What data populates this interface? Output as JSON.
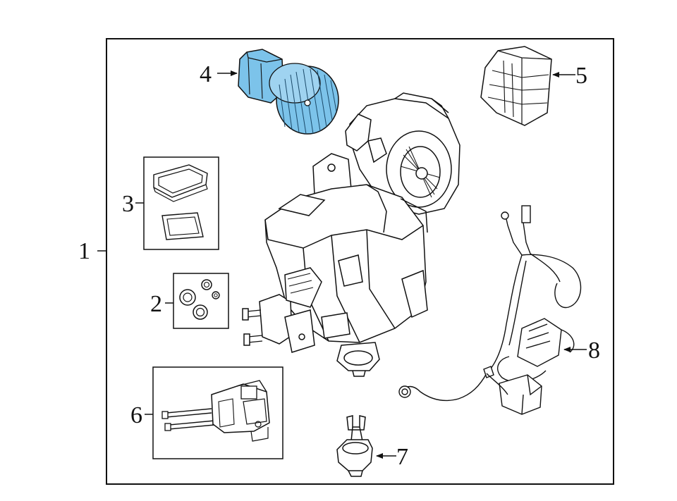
{
  "diagram": {
    "callouts": [
      {
        "id": "1",
        "label": "1"
      },
      {
        "id": "2",
        "label": "2"
      },
      {
        "id": "3",
        "label": "3"
      },
      {
        "id": "4",
        "label": "4"
      },
      {
        "id": "5",
        "label": "5"
      },
      {
        "id": "6",
        "label": "6"
      },
      {
        "id": "7",
        "label": "7"
      },
      {
        "id": "8",
        "label": "8"
      }
    ],
    "colors": {
      "line": "#111111",
      "highlight": "#7cc3ea",
      "highlight_dark": "#4a9ed0",
      "background": "#ffffff"
    }
  }
}
